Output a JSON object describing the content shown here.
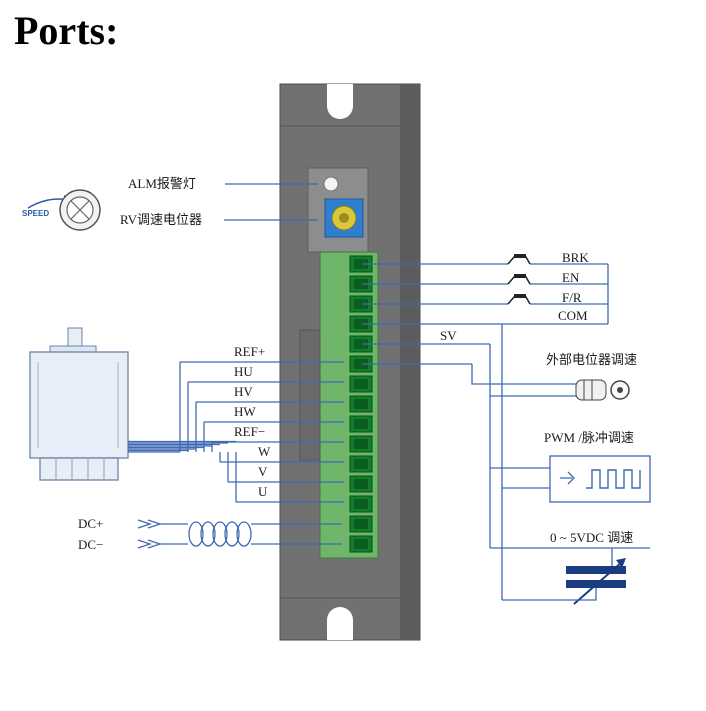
{
  "title": "Ports:",
  "indicators": {
    "alm_label": "ALM报警灯",
    "rv_label": "RV调速电位器",
    "speed_knob_text": "SPEED"
  },
  "motor_signals": [
    "REF+",
    "HU",
    "HV",
    "HW",
    "REF−",
    "W",
    "V",
    "U"
  ],
  "power": {
    "dc_plus": "DC+",
    "dc_minus": "DC−"
  },
  "control_switches": [
    "BRK",
    "EN",
    "F/R"
  ],
  "common": {
    "com_label": "COM",
    "sv_label": "SV"
  },
  "speed_modes": {
    "external_pot": "外部电位器调速",
    "pwm": "PWM /脉冲调速",
    "voltage": "0 ~ 5VDC 调速"
  },
  "colors": {
    "driver_body": "#6f6f6f",
    "terminal_green": "#6fb56a",
    "wire_blue": "#3f6ab3",
    "pot_blue": "#2f7fd0"
  }
}
